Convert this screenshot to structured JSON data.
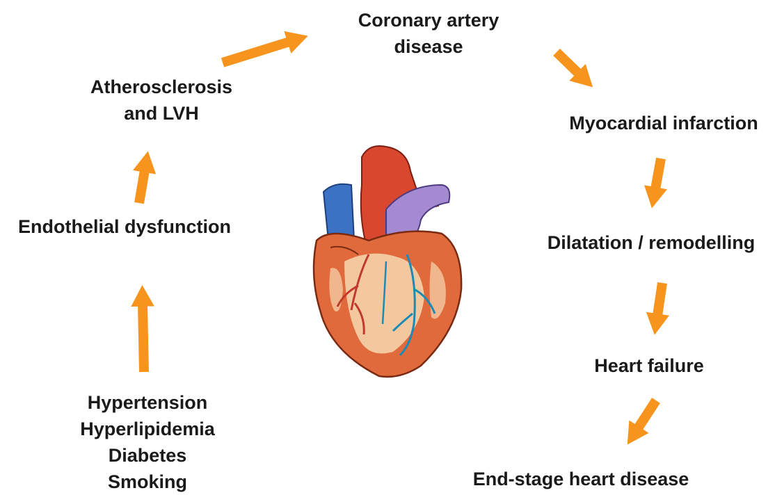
{
  "colors": {
    "arrow": "#f7941d",
    "arrow_edge": "#e27a10",
    "text": "#1a1a1a",
    "heart_muscle": "#e06a3c",
    "heart_light": "#f6d8b0",
    "aorta": "#d9472f",
    "pulmonary": "#a48bd1",
    "vena_cava": "#3c72c4"
  },
  "icons": {
    "center_illustration": "heart-icon",
    "flow_arrow": "orange-arrow-icon"
  },
  "diagram": {
    "nodes": {
      "coronary": {
        "lines": [
          "Coronary artery",
          "disease"
        ]
      },
      "athero": {
        "lines": [
          "Atherosclerosis",
          "and LVH"
        ]
      },
      "mi": {
        "lines": [
          "Myocardial infarction"
        ]
      },
      "endothelial": {
        "lines": [
          "Endothelial dysfunction"
        ]
      },
      "dilatation": {
        "lines": [
          "Dilatation / remodelling"
        ]
      },
      "heart_failure": {
        "lines": [
          "Heart failure"
        ]
      },
      "risk_factors": {
        "lines": [
          "Hypertension",
          "Hyperlipidemia",
          "Diabetes",
          "Smoking"
        ]
      },
      "end_stage": {
        "lines": [
          "End-stage heart disease"
        ]
      }
    },
    "edges": [
      {
        "from": "risk_factors",
        "to": "endothelial"
      },
      {
        "from": "endothelial",
        "to": "athero"
      },
      {
        "from": "athero",
        "to": "coronary"
      },
      {
        "from": "coronary",
        "to": "mi"
      },
      {
        "from": "mi",
        "to": "dilatation"
      },
      {
        "from": "dilatation",
        "to": "heart_failure"
      },
      {
        "from": "heart_failure",
        "to": "end_stage"
      }
    ]
  }
}
